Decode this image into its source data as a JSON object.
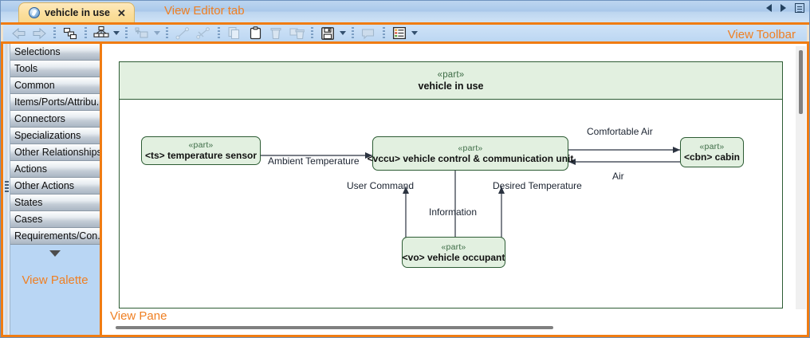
{
  "window": {
    "tab": {
      "icon": "view-circle-icon",
      "label": "vehicle in use",
      "close": "✕"
    },
    "tab_nav": {
      "prev": "prev-tab-icon",
      "next": "next-tab-icon",
      "menu": "tab-list-menu-icon"
    }
  },
  "annotations": {
    "editor_tab": "View Editor tab",
    "toolbar": "View Toolbar",
    "palette": "View Palette",
    "pane": "View Pane"
  },
  "toolbar": {
    "buttons": [
      {
        "name": "back-arrow-icon",
        "title": "Back",
        "enabled": false,
        "caret": false
      },
      {
        "name": "forward-arrow-icon",
        "title": "Forward",
        "enabled": false,
        "caret": false
      },
      {
        "name": "tree-layout-icon",
        "title": "Show Tree",
        "enabled": true,
        "caret": false
      },
      {
        "name": "hierarchy-icon",
        "title": "Auto Layout",
        "enabled": true,
        "caret": true
      },
      {
        "name": "add-element-icon",
        "title": "Add Element",
        "enabled": false,
        "caret": true
      },
      {
        "name": "line-connector-icon",
        "title": "Connector",
        "enabled": false,
        "caret": false
      },
      {
        "name": "route-lines-icon",
        "title": "Route Lines",
        "enabled": false,
        "caret": false
      },
      {
        "name": "copy-icon",
        "title": "Copy",
        "enabled": false,
        "caret": false
      },
      {
        "name": "paste-icon",
        "title": "Paste",
        "enabled": true,
        "caret": false
      },
      {
        "name": "delete-icon",
        "title": "Delete",
        "enabled": false,
        "caret": false
      },
      {
        "name": "delete-all-icon",
        "title": "Delete All",
        "enabled": false,
        "caret": false
      },
      {
        "name": "save-view-icon",
        "title": "Save View",
        "enabled": true,
        "caret": true
      },
      {
        "name": "note-icon",
        "title": "Note",
        "enabled": false,
        "caret": false
      },
      {
        "name": "properties-list-icon",
        "title": "Properties",
        "enabled": true,
        "caret": true
      }
    ]
  },
  "palette": {
    "items": [
      {
        "label": "Selections"
      },
      {
        "label": "Tools"
      },
      {
        "label": "Common"
      },
      {
        "label": "Items/Ports/Attribu..."
      },
      {
        "label": "Connectors"
      },
      {
        "label": "Specializations"
      },
      {
        "label": "Other Relationships"
      },
      {
        "label": "Actions"
      },
      {
        "label": "Other Actions"
      },
      {
        "label": "States"
      },
      {
        "label": "Cases"
      },
      {
        "label": "Requirements/Con..."
      }
    ],
    "more_icon": "chevron-down-icon"
  },
  "diagram": {
    "frame": {
      "stereotype": "«part»",
      "name": "vehicle in use"
    },
    "parts": [
      {
        "id": "ts",
        "stereotype": "«part»",
        "name": "<ts> temperature sensor"
      },
      {
        "id": "vccu",
        "stereotype": "«part»",
        "name": "<vccu> vehicle control & communication unit"
      },
      {
        "id": "cbn",
        "stereotype": "«part»",
        "name": "<cbn> cabin"
      },
      {
        "id": "vo",
        "stereotype": "«part»",
        "name": "<vo> vehicle occupant"
      }
    ],
    "flows": [
      {
        "id": "ambient-temperature",
        "label": "Ambient Temperature",
        "from": "ts",
        "to": "vccu"
      },
      {
        "id": "comfortable-air",
        "label": "Comfortable Air",
        "from": "vccu",
        "to": "cbn"
      },
      {
        "id": "air",
        "label": "Air",
        "from": "cbn",
        "to": "vccu"
      },
      {
        "id": "user-command",
        "label": "User Command",
        "from": "vo",
        "to": "vccu"
      },
      {
        "id": "information",
        "label": "Information",
        "from": "vccu",
        "to": "vo"
      },
      {
        "id": "desired-temperature",
        "label": "Desired Temperature",
        "from": "vo",
        "to": "vccu"
      }
    ]
  },
  "colors": {
    "annotation": "#ef7f22",
    "accent_border": "#f07c12",
    "part_fill": "#e2f0e0",
    "part_stroke": "#2d5c34",
    "tab_fill": "#fbdf9d"
  }
}
